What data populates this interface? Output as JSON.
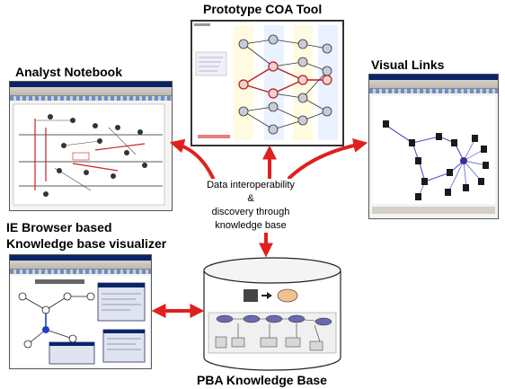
{
  "labels": {
    "prototype_coa_tool": "Prototype COA Tool",
    "analyst_notebook": "Analyst Notebook",
    "visual_links": "Visual Links",
    "ie_browser_line1": "IE Browser based",
    "ie_browser_line2": "Knowledge base visualizer",
    "pba_knowledge_base": "PBA Knowledge Base"
  },
  "center": {
    "line1": "Data interoperability &",
    "line2": "discovery through",
    "line3": "knowledge base"
  },
  "colors": {
    "arrow": "#e0201e",
    "window_title": "#0a246a",
    "graph_edge": "#5050c8"
  }
}
